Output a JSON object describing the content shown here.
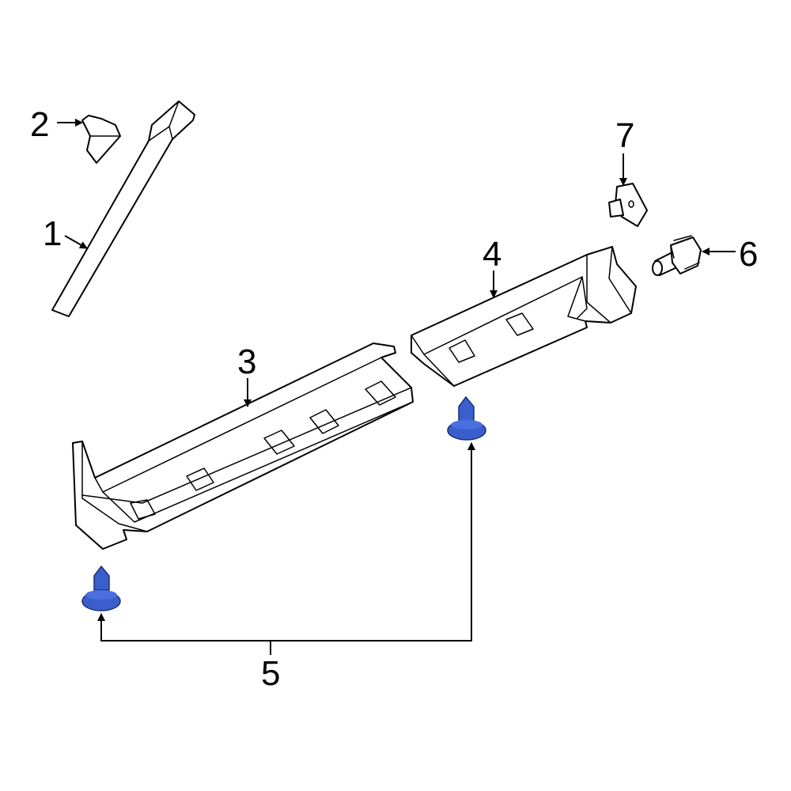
{
  "colors": {
    "line": "#000000",
    "background": "#ffffff",
    "highlight": "#3a5fcd",
    "highlight_stroke": "#1c2f73"
  },
  "callouts": [
    {
      "id": "1",
      "label": "1"
    },
    {
      "id": "2",
      "label": "2"
    },
    {
      "id": "3",
      "label": "3"
    },
    {
      "id": "4",
      "label": "4"
    },
    {
      "id": "5",
      "label": "5"
    },
    {
      "id": "6",
      "label": "6"
    },
    {
      "id": "7",
      "label": "7"
    }
  ],
  "highlighted_part": "5"
}
